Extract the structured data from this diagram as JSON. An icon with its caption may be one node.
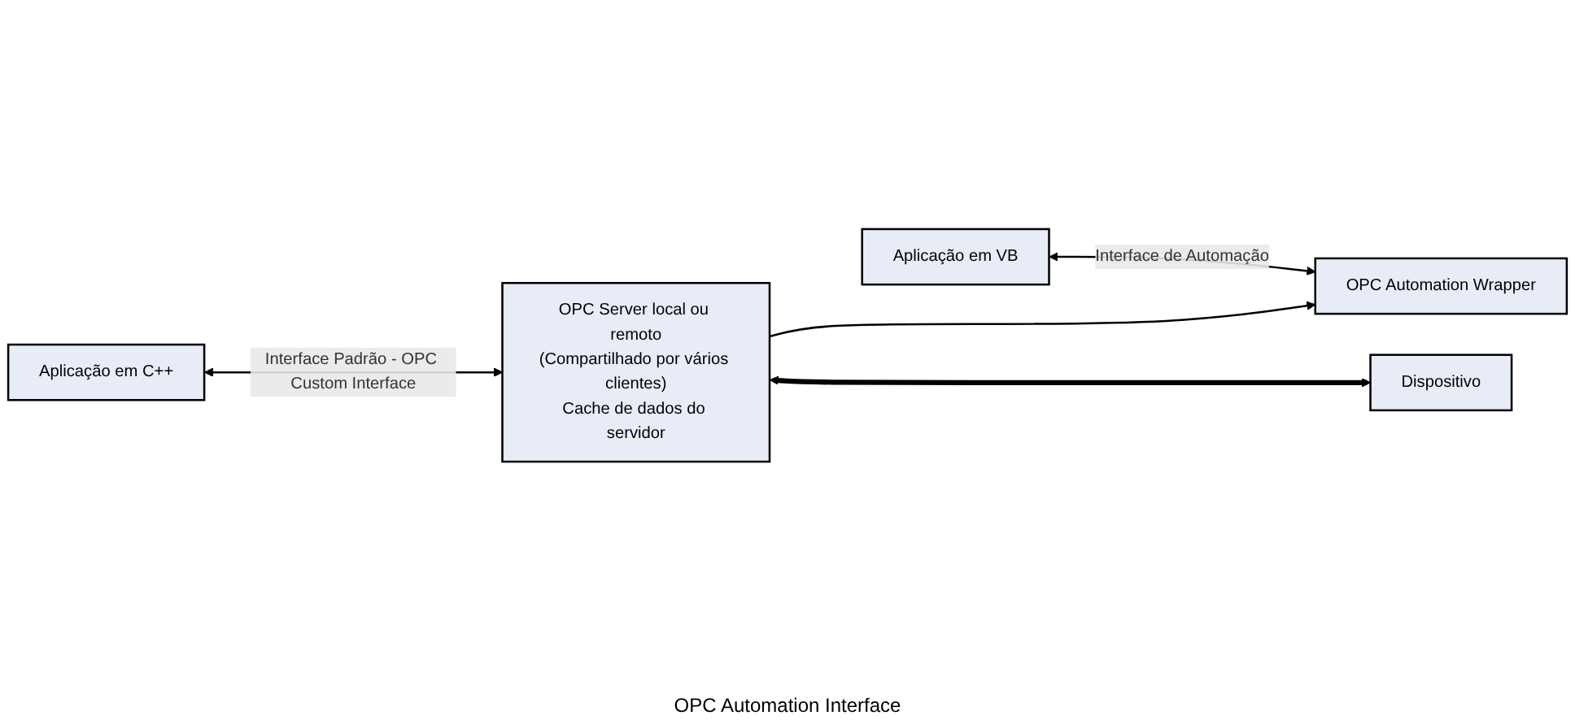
{
  "diagram": {
    "nodes": [
      {
        "text": [
          "Aplicação em VB"
        ]
      },
      {
        "text": [
          "OPC Automation Wrapper"
        ]
      },
      {
        "text": [
          "Aplicação em C++"
        ]
      },
      {
        "text": [
          "OPC Server local ou remoto",
          "(Compartilhado por vários clientes)",
          "Cache de dados do servidor"
        ]
      },
      {
        "text": [
          "Dispositivo"
        ]
      }
    ],
    "edges": [
      {
        "from": 0,
        "to": 1,
        "arrow": "both",
        "label": "Interface de Automação"
      },
      {
        "from": 2,
        "to": 3,
        "arrow": "both",
        "label": "Interface Padrão - OPC Custom Interface"
      },
      {
        "from": 3,
        "to": 1,
        "arrow": "to"
      },
      {
        "from": 3,
        "to": 4,
        "arrow": "both",
        "style": "thick"
      }
    ],
    "labels": [
      "OPC Automation Interface"
    ]
  }
}
